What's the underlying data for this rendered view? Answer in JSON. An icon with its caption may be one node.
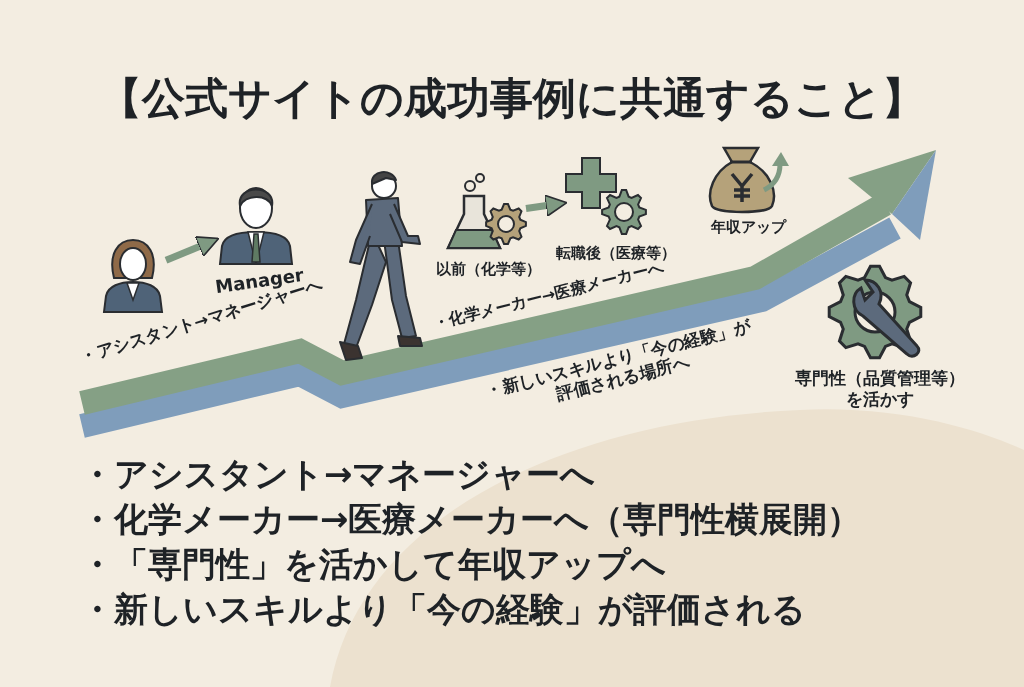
{
  "diagram": {
    "title": "【公式サイトの成功事例に共通すること】",
    "nodes": [
      {
        "text": [],
        "shape": "person"
      },
      {
        "text": [],
        "shape": "person",
        "beside": [
          "Manager"
        ]
      },
      {
        "text": [
          "以前（化学等）"
        ]
      },
      {
        "text": [
          "転職後（医療等）"
        ]
      },
      {
        "text": [
          "年収アップ"
        ]
      },
      {
        "text": [
          "専門性（品質管理等）を活かす"
        ]
      }
    ],
    "edges": [
      {
        "from": 0,
        "to": 1,
        "arrow": "to"
      },
      {
        "from": 2,
        "to": 3,
        "arrow": "to"
      }
    ],
    "labels": [
      "・アシスタント→マネージャーへ",
      "・化学メーカー→医療メーカーへ",
      "・新しいスキルより「今の経験」が評価される場所へ",
      "・アシスタント→マネージャーへ",
      "・化学メーカー→医療メーカーへ（専門性横展開）",
      "・「専門性」を活かして年収アップへ",
      "・新しいスキルより「今の経験」が評価される"
    ]
  }
}
